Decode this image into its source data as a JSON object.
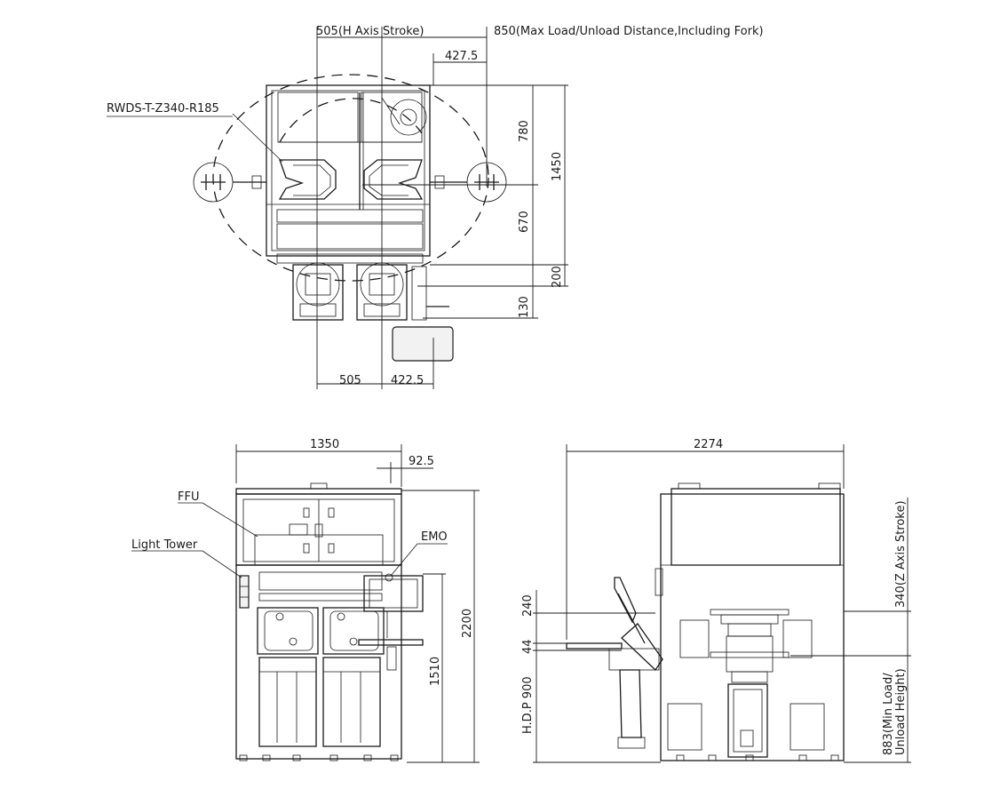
{
  "top_view": {
    "dims": {
      "h_axis_stroke": "505(H Axis Stroke)",
      "max_load": "850(Max Load/Unload Distance,Including Fork)",
      "d427": "427.5",
      "d780": "780",
      "d1450": "1450",
      "d670": "670",
      "d200": "200",
      "d130": "130",
      "bottom505": "505",
      "bottom4225": "422.5"
    },
    "callout_robot": "RWDS-T-Z340-R185"
  },
  "front_view": {
    "dims": {
      "width1350": "1350",
      "d925": "92.5",
      "h2200": "2200",
      "h1510": "1510"
    },
    "callouts": {
      "ffu": "FFU",
      "light_tower": "Light Tower",
      "emo": "EMO"
    }
  },
  "side_view": {
    "dims": {
      "width2274": "2274",
      "d240": "240",
      "d44": "44",
      "hdp": "H.D.P 900",
      "z_stroke": "340(Z Axis Stroke)",
      "min_load": "883(Min Load/",
      "min_load_2": "Unload Height)"
    }
  }
}
